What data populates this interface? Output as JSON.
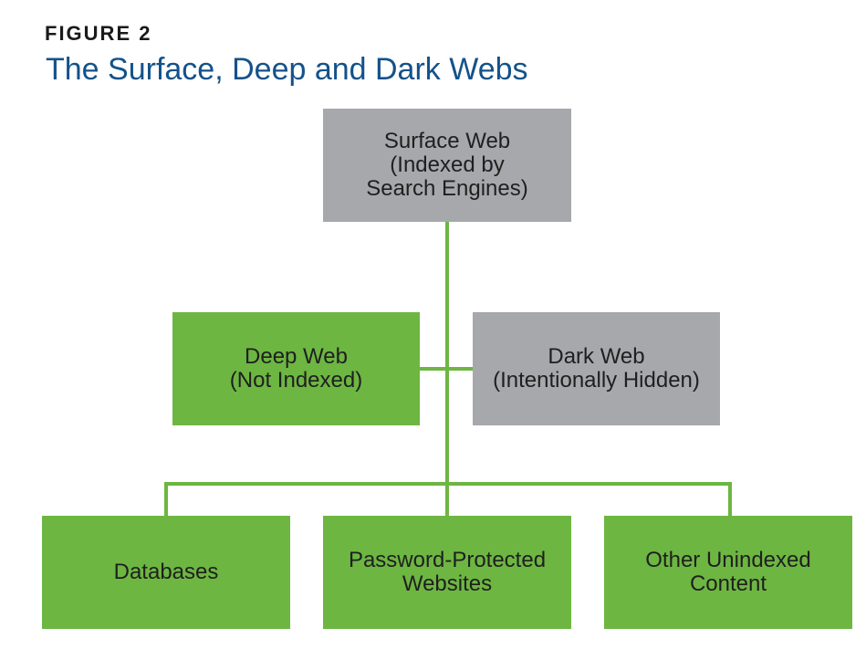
{
  "figure": {
    "label": "FIGURE 2",
    "title": "The Surface, Deep and Dark Webs"
  },
  "colors": {
    "title": "#14528a",
    "gray_box": "#a6a8ab",
    "green_box": "#6db642",
    "connector": "#6db642"
  },
  "diagram": {
    "nodes": {
      "surface_web": "Surface Web\n(Indexed by\nSearch Engines)",
      "deep_web": "Deep Web\n(Not Indexed)",
      "dark_web": "Dark Web\n(Intentionally Hidden)",
      "databases": "Databases",
      "password_protected": "Password-Protected\nWebsites",
      "other_unindexed": "Other Unindexed\nContent"
    },
    "edges": [
      [
        "surface_web",
        "deep_web"
      ],
      [
        "surface_web",
        "dark_web"
      ],
      [
        "surface_web",
        "databases"
      ],
      [
        "surface_web",
        "password_protected"
      ],
      [
        "surface_web",
        "other_unindexed"
      ]
    ]
  }
}
